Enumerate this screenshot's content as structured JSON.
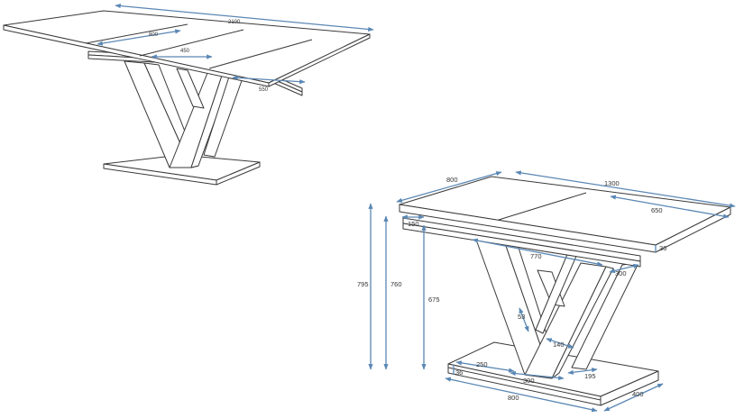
{
  "extended_view": {
    "dimensions": {
      "total_length": "2100",
      "section_length": "800",
      "insert_length": "450",
      "offset": "550"
    }
  },
  "closed_view": {
    "dimensions": {
      "top_depth": "800",
      "top_length": "1300",
      "half_length": "650",
      "overhang": "150",
      "top_thickness": "36",
      "frame_length": "770",
      "leg_width": "300",
      "total_height": "795",
      "frame_height": "760",
      "leg_height": "675",
      "leg_thickness": "53",
      "leg_gap": "140",
      "base_inset": "250",
      "base_thickness": "36",
      "base_leg_width": "300",
      "base_leg_depth": "195",
      "base_length": "800",
      "base_depth": "400"
    }
  },
  "colors": {
    "outline": "#3a3a3a",
    "dimension_line": "#5a87b4"
  }
}
